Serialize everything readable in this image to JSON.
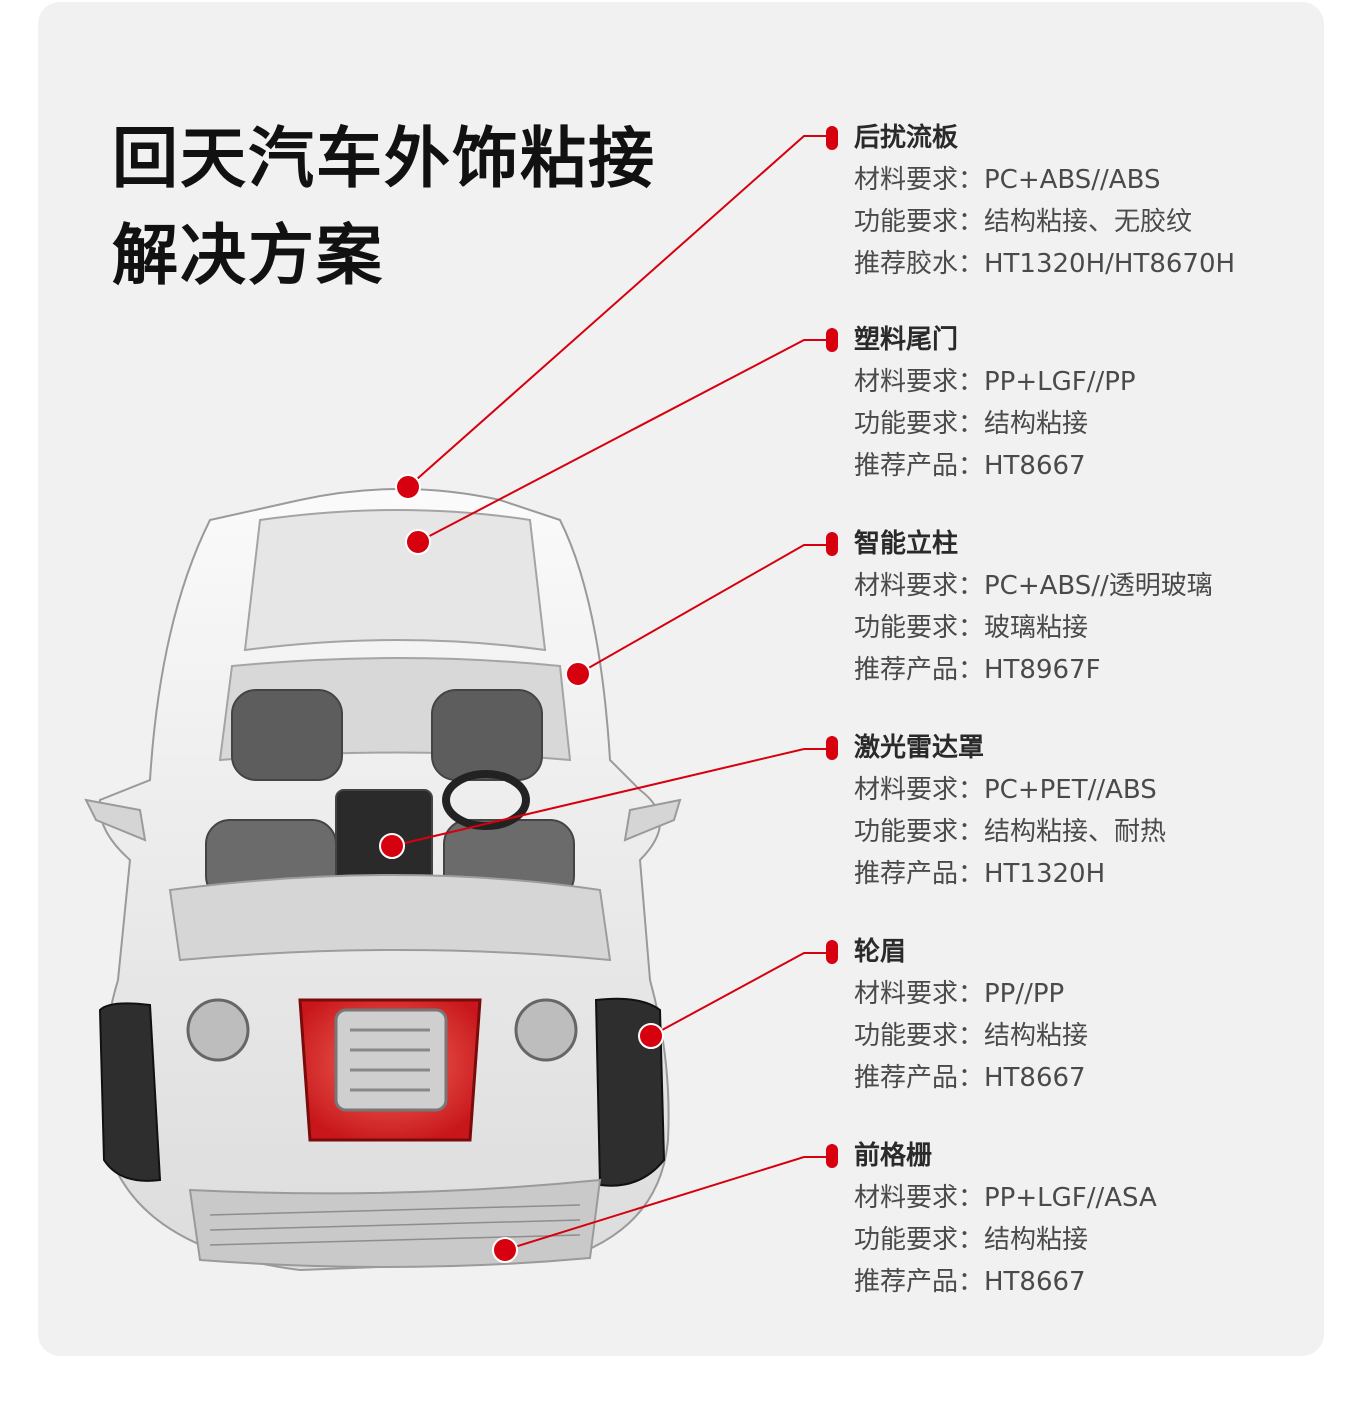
{
  "title_line1": "回天汽车外饰粘接",
  "title_line2": "解决方案",
  "accent_color": "#d6000f",
  "parts": [
    {
      "name": "后扰流板",
      "lines": [
        "材料要求：PC+ABS//ABS",
        "功能要求：结构粘接、无胶纹",
        "推荐胶水：HT1320H/HT8670H"
      ]
    },
    {
      "name": "塑料尾门",
      "lines": [
        "材料要求：PP+LGF//PP",
        "功能要求：结构粘接",
        "推荐产品：HT8667"
      ]
    },
    {
      "name": "智能立柱",
      "lines": [
        "材料要求：PC+ABS//透明玻璃",
        "功能要求：玻璃粘接",
        "推荐产品：HT8967F"
      ]
    },
    {
      "name": "激光雷达罩",
      "lines": [
        "材料要求：PC+PET//ABS",
        "功能要求：结构粘接、耐热",
        "推荐产品：HT1320H"
      ]
    },
    {
      "name": "轮眉",
      "lines": [
        "材料要求：PP//PP",
        "功能要求：结构粘接",
        "推荐产品：HT8667"
      ]
    },
    {
      "name": "前格栅",
      "lines": [
        "材料要求：PP+LGF//ASA",
        "功能要求：结构粘接",
        "推荐产品：HT8667"
      ]
    }
  ]
}
